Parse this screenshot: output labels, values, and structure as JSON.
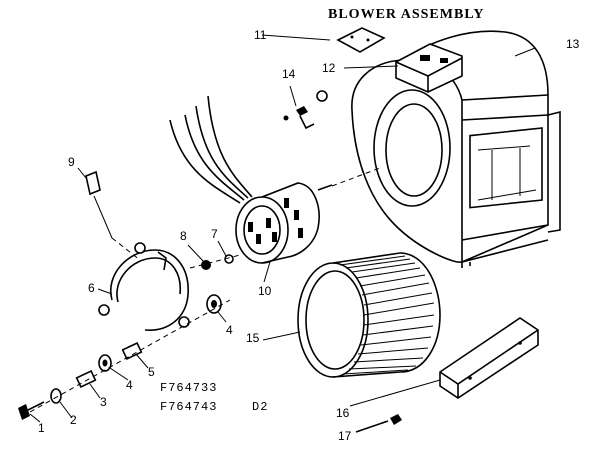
{
  "title": "BLOWER ASSEMBLY",
  "callouts": {
    "c1": "1",
    "c2": "2",
    "c3": "3",
    "c4a": "4",
    "c4b": "4",
    "c5": "5",
    "c6": "6",
    "c7": "7",
    "c8": "8",
    "c9": "9",
    "c10": "10",
    "c11": "11",
    "c12": "12",
    "c13": "13",
    "c14": "14",
    "c15": "15",
    "c16": "16",
    "c17": "17"
  },
  "model_numbers": [
    "F764733",
    "F764743"
  ],
  "revision": "D2"
}
